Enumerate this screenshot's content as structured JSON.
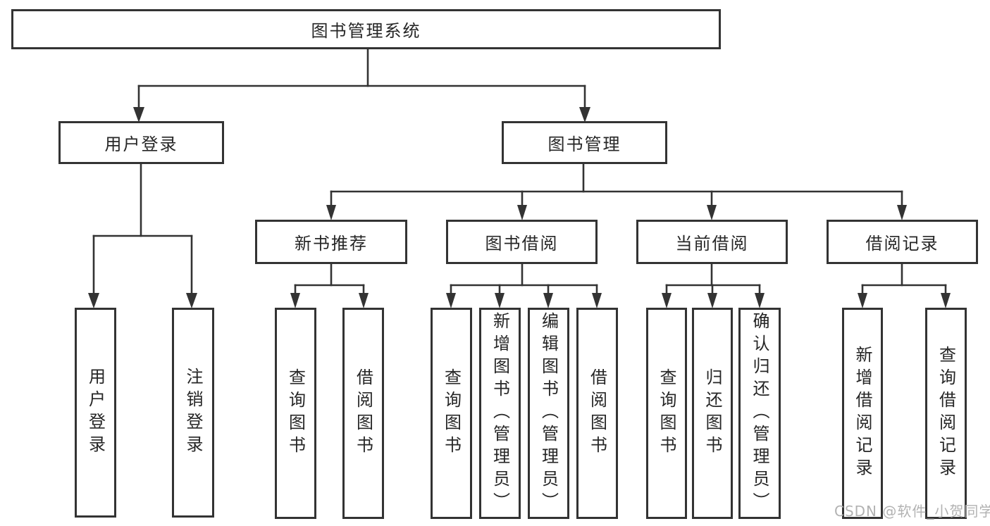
{
  "tree": {
    "root": {
      "label": "图书管理系统",
      "children": [
        {
          "label": "用户登录",
          "children": [
            {
              "label": "用户登录"
            },
            {
              "label": "注销登录"
            }
          ]
        },
        {
          "label": "图书管理",
          "children": [
            {
              "label": "新书推荐",
              "children": [
                {
                  "label": "查询图书"
                },
                {
                  "label": "借阅图书"
                }
              ]
            },
            {
              "label": "图书借阅",
              "children": [
                {
                  "label": "查询图书"
                },
                {
                  "label": "新增图书（管理员）"
                },
                {
                  "label": "编辑图书（管理员）"
                },
                {
                  "label": "借阅图书"
                }
              ]
            },
            {
              "label": "当前借阅",
              "children": [
                {
                  "label": "查询图书"
                },
                {
                  "label": "归还图书"
                },
                {
                  "label": "确认归还（管理员）"
                }
              ]
            },
            {
              "label": "借阅记录",
              "children": [
                {
                  "label": "新增借阅记录"
                },
                {
                  "label": "查询借阅记录"
                }
              ]
            }
          ]
        }
      ]
    }
  },
  "watermark": {
    "text": "CSDN @软件_小贺同学"
  },
  "colors": {
    "line": "#333333",
    "text": "#262626",
    "background": "#ffffff",
    "watermark": "#b2b2b2"
  }
}
